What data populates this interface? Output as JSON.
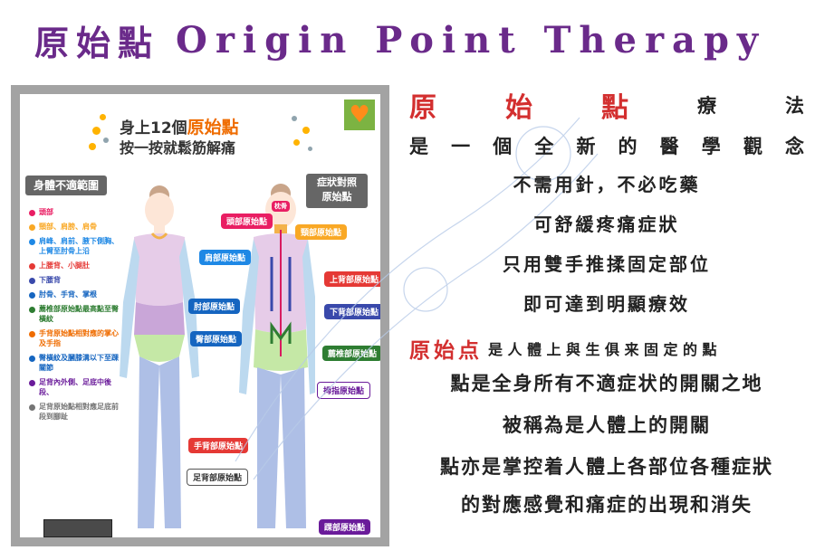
{
  "title": {
    "zh": "原始點",
    "en": "Origin Point Therapy"
  },
  "poster": {
    "headline_prefix": "身上12個",
    "headline_highlight": "原始點",
    "subheadline": "按一按就鬆筋解痛",
    "range_title": "身體不適範圍",
    "reference_title_1": "症狀對照",
    "reference_title_2": "原始點",
    "legend": [
      {
        "text": "頭部",
        "color": "#e91e63"
      },
      {
        "text": "頸部、肩膀、肩骨",
        "color": "#f9a825"
      },
      {
        "text": "肩峰、肩前、腋下側胸、上臂至肘骨上沿",
        "color": "#1e88e5"
      },
      {
        "text": "上腰背、小腿肚",
        "color": "#e53935"
      },
      {
        "text": "下腰背",
        "color": "#3949ab"
      },
      {
        "text": "肘骨、手背、掌根",
        "color": "#1565c0"
      },
      {
        "text": "薦椎部原始點最高點至臀橫紋",
        "color": "#2e7d32"
      },
      {
        "text": "手背原始點相對應的掌心及手指",
        "color": "#ef6c00"
      },
      {
        "text": "臀橫紋及膕膝溝以下至踝關節",
        "color": "#1565c0"
      },
      {
        "text": "足背內外側、足底中後段、",
        "color": "#6a1b9a"
      },
      {
        "text": "足背原始點相對應足底前段到腳趾",
        "color": "#757575"
      }
    ],
    "points": {
      "head": "頭部原始點",
      "neck": "頸部原始點",
      "shoulder": "肩部原始點",
      "upper_back": "上背部原始點",
      "elbow": "肘部原始點",
      "lower_back": "下背部原始點",
      "hip": "臀部原始點",
      "sacrum": "薦椎部原始點",
      "thumb": "拇指原始點",
      "hand_back": "手背部原始點",
      "foot_back": "足背部原始點",
      "ankle": "踝部原始點",
      "neck_marker": "枕骨"
    },
    "icon": "heart-icon"
  },
  "text": {
    "r1_red": [
      "原",
      "始",
      "點"
    ],
    "r1_black": [
      "療",
      "法"
    ],
    "r2": [
      "是",
      "一",
      "個",
      "全",
      "新",
      "的",
      "醫",
      "學",
      "觀",
      "念"
    ],
    "r3": "不需用針，不必吃藥",
    "r4": "可舒緩疼痛症狀",
    "r5": "只用雙手推揉固定部位",
    "r6": "即可達到明顯療效",
    "r7_red": "原始点",
    "r7_black": "是人體上與生俱来固定的點",
    "r8": "點是全身所有不適症状的開關之地",
    "r9": "被稱為是人體上的開關",
    "r10": "點亦是掌控着人體上各部位各種症狀",
    "r11": "的對應感覺和痛症的出現和消失"
  },
  "colors": {
    "title": "#6a2a8a",
    "accent_red": "#d32f2f",
    "poster_border": "#a3a3a3"
  }
}
